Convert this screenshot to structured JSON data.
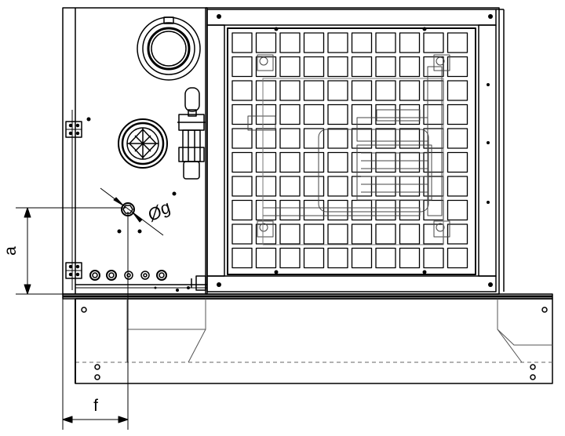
{
  "labels": {
    "a": "a",
    "f": "f",
    "diameter": "Øg"
  },
  "colors": {
    "line": "#000000",
    "background": "#ffffff",
    "light_line": "#666666"
  }
}
